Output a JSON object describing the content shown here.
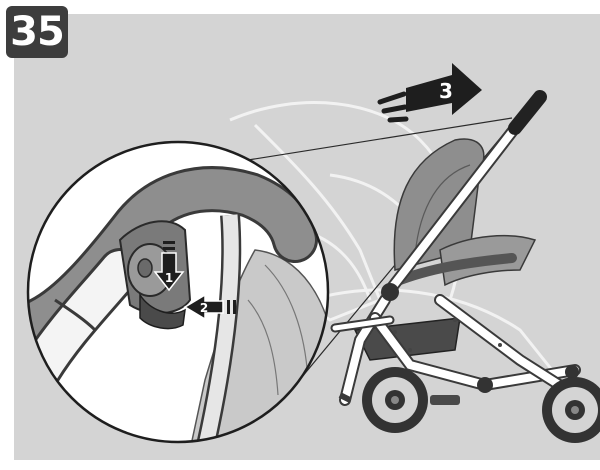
{
  "step": {
    "number": "35"
  },
  "callouts": {
    "press_label": "1",
    "push_label": "2",
    "fold_label": "3"
  },
  "colors": {
    "background_panel": "#d4d4d4",
    "badge": "#3d3d3d",
    "frame_white": "#ffffff",
    "parts_dark": "#4a4a4a",
    "seat_gray": "#8e8e8e",
    "arrow_black": "#1e1e1e"
  },
  "icons": {
    "press_arrow": "arrow-down-icon",
    "push_arrow": "arrow-left-icon",
    "fold_arrow": "curved-arrow-right-icon"
  }
}
